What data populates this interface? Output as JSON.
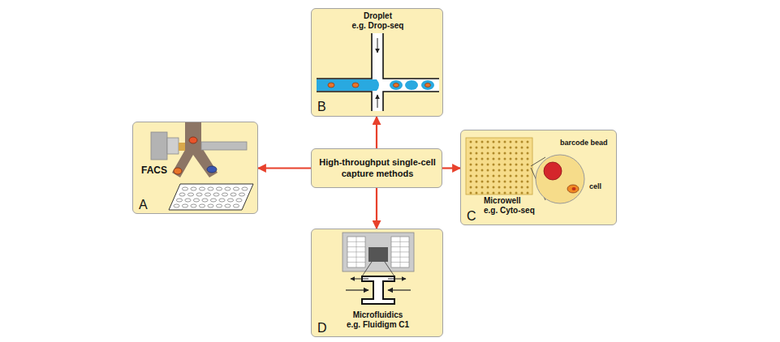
{
  "diagram": {
    "nodes": [
      {
        "text": [
          "Droplet",
          "e.g. Drop-seq",
          "B"
        ]
      },
      {
        "text": [
          "FACS",
          "A"
        ]
      },
      {
        "text": [
          "High-throughput single-cell capture methods"
        ]
      },
      {
        "text": [
          "Microwell",
          "e.g. Cyto-seq",
          "barcode bead",
          "cell",
          "C"
        ]
      },
      {
        "text": [
          "Microfluidics",
          "e.g. Fluidigm C1",
          "D"
        ]
      }
    ],
    "edges": [
      {
        "from": 2,
        "to": 0,
        "arrow": "to"
      },
      {
        "from": 2,
        "to": 1,
        "arrow": "to"
      },
      {
        "from": 2,
        "to": 3,
        "arrow": "to"
      },
      {
        "from": 2,
        "to": 4,
        "arrow": "to"
      }
    ]
  }
}
